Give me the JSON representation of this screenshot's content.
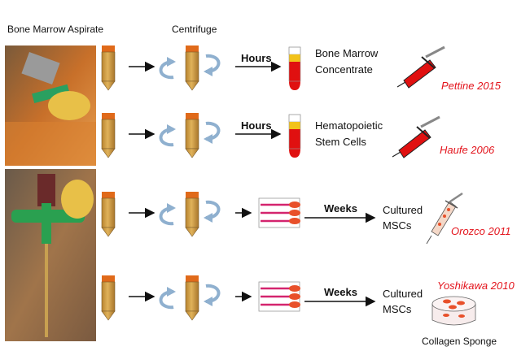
{
  "header": {
    "bone_marrow_aspirate": "Bone Marrow Aspirate",
    "centrifuge": "Centrifuge"
  },
  "rows": [
    {
      "time_label": "Hours",
      "product_lines": [
        "Bone Marrow",
        "Concentrate"
      ],
      "citation": "Pettine 2015"
    },
    {
      "time_label": "Hours",
      "product_lines": [
        "Hematopoietic",
        "Stem Cells"
      ],
      "citation": "Haufe 2006"
    },
    {
      "time_label": "Weeks",
      "product_lines": [
        "Cultured",
        "MSCs"
      ],
      "citation": "Orozco 2011"
    },
    {
      "time_label": "Weeks",
      "product_lines": [
        "Cultured",
        "MSCs"
      ],
      "citation": "Yoshikawa 2010",
      "scaffold_label": "Collagen Sponge"
    }
  ],
  "colors": {
    "citation": "#e3141c",
    "tube_sample": "#c9963a",
    "rotation_arrow": "#8fb0cf",
    "blood_red": "#e01010",
    "buffy_yellow": "#f2c21a",
    "flask_magenta": "#d4246e"
  },
  "icons": [
    "tube-icon",
    "centrifuge-rotation-icon",
    "syringe-icon",
    "culture-flask-icon",
    "collagen-sponge-icon"
  ]
}
